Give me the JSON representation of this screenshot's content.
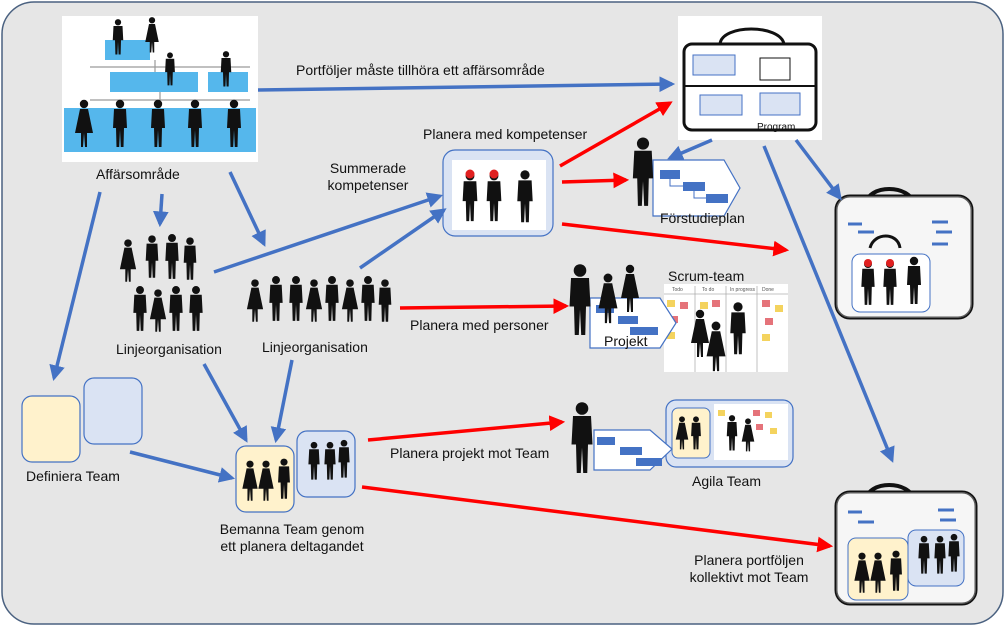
{
  "labels": {
    "affarsomrade": "Affärsområde",
    "portfoljer": "Portföljer måste tillhöra ett affärsområde",
    "program": "Program",
    "planera_kompetenser": "Planera med kompetenser",
    "summerade_1": "Summerade",
    "summerade_2": "kompetenser",
    "forstudieplan": "Förstudieplan",
    "scrum_team": "Scrum-team",
    "linjeorg_1": "Linjeorganisation",
    "linjeorg_2": "Linjeorganisation",
    "planera_personer": "Planera med personer",
    "projekt": "Projekt",
    "definiera_team": "Definiera Team",
    "planera_projekt_team": "Planera projekt mot Team",
    "agila_team": "Agila Team",
    "bemanna_1": "Bemanna Team genom",
    "bemanna_2": "ett planera deltagandet",
    "planera_portfolj_1": "Planera portföljen",
    "planera_portfolj_2": "kollektivt mot Team"
  },
  "board_headers": [
    "Todo",
    "To do",
    "In progress",
    "Done"
  ],
  "colors": {
    "background": "#e6e6e6",
    "blue_arrow": "#4472c4",
    "red_arrow": "#ff0000",
    "box_blue": "#dae3f3",
    "box_yellow": "#fff2cc",
    "org_blue": "#55b7ec",
    "silhouette": "#111111"
  },
  "icons": [
    "person-silhouette-icon",
    "briefcase-icon",
    "gantt-chart-icon",
    "org-chart-icon",
    "scrum-board-icon"
  ]
}
